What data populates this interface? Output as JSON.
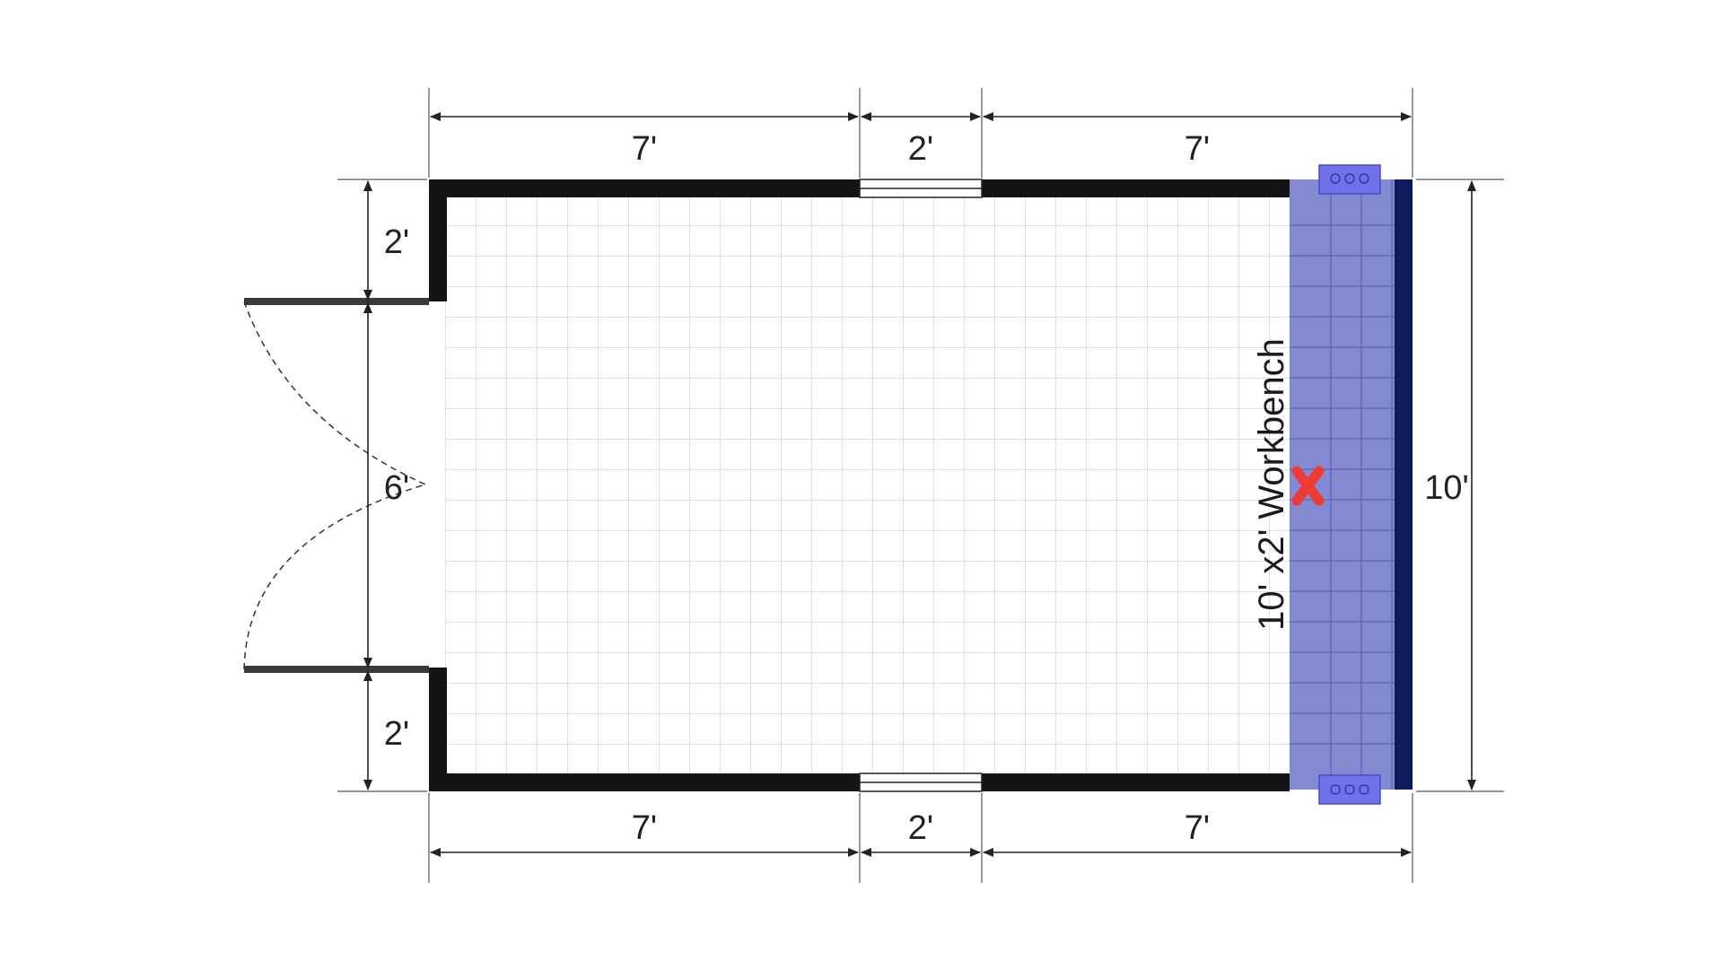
{
  "dimensions": {
    "top": [
      "7'",
      "2'",
      "7'"
    ],
    "bottom": [
      "7'",
      "2'",
      "7'"
    ],
    "left_top": "2'",
    "door_width": "6'",
    "left_bottom": "2'",
    "right_height": "10'"
  },
  "workbench": {
    "label": "10' x2'  Workbench",
    "fill_color": "#7f86d0",
    "edge_color": "#0d1a5c",
    "clamp_color": "#7070e8"
  },
  "marker": {
    "icon": "x-mark-icon",
    "color": "#ef3b36"
  },
  "colors": {
    "wall": "#141414",
    "grid": "#b6d3dc",
    "dimension_line": "#222222"
  }
}
